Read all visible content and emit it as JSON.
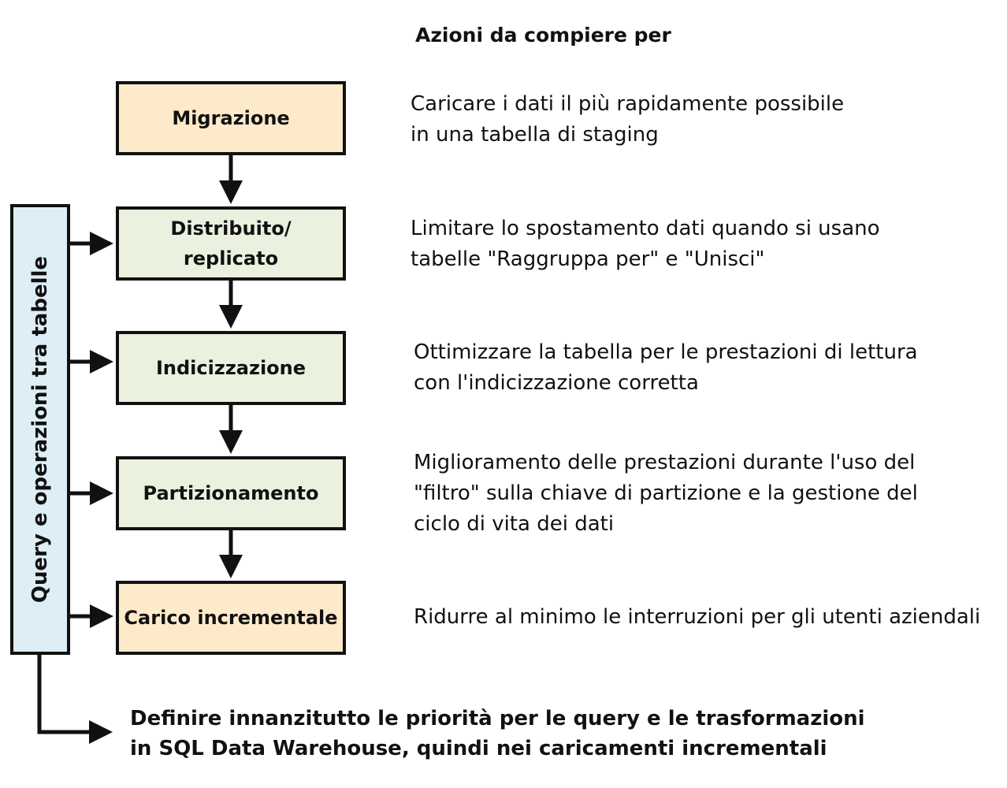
{
  "heading": "Azioni da compiere per",
  "side_label": "Query e operazioni tra tabelle",
  "steps": [
    {
      "label_lines": [
        "Migrazione"
      ],
      "description_lines": [
        "Caricare i dati il più rapidamente possibile",
        "in una tabella di staging"
      ]
    },
    {
      "label_lines": [
        "Distribuito/",
        "replicato"
      ],
      "description_lines": [
        "Limitare lo spostamento dati quando si usano",
        "tabelle \"Raggruppa per\" e \"Unisci\""
      ]
    },
    {
      "label_lines": [
        "Indicizzazione"
      ],
      "description_lines": [
        "Ottimizzare la tabella per le prestazioni di lettura",
        "con l'indicizzazione corretta"
      ]
    },
    {
      "label_lines": [
        "Partizionamento"
      ],
      "description_lines": [
        "Miglioramento delle prestazioni durante l'uso del",
        "\"filtro\" sulla chiave di partizione e la gestione del",
        "ciclo di vita dei dati"
      ]
    },
    {
      "label_lines": [
        "Carico incrementale"
      ],
      "description_lines": [
        "Ridurre al minimo le interruzioni per gli utenti aziendali"
      ]
    }
  ],
  "footer_lines": [
    "Definire innanzitutto le priorità per le query e le trasformazioni",
    "in SQL Data Warehouse, quindi nei caricamenti incrementali"
  ],
  "colors": {
    "step_yellow": "#fdeacb",
    "step_green": "#eaf1de",
    "side_blue": "#ddeef6",
    "line": "#111111"
  }
}
